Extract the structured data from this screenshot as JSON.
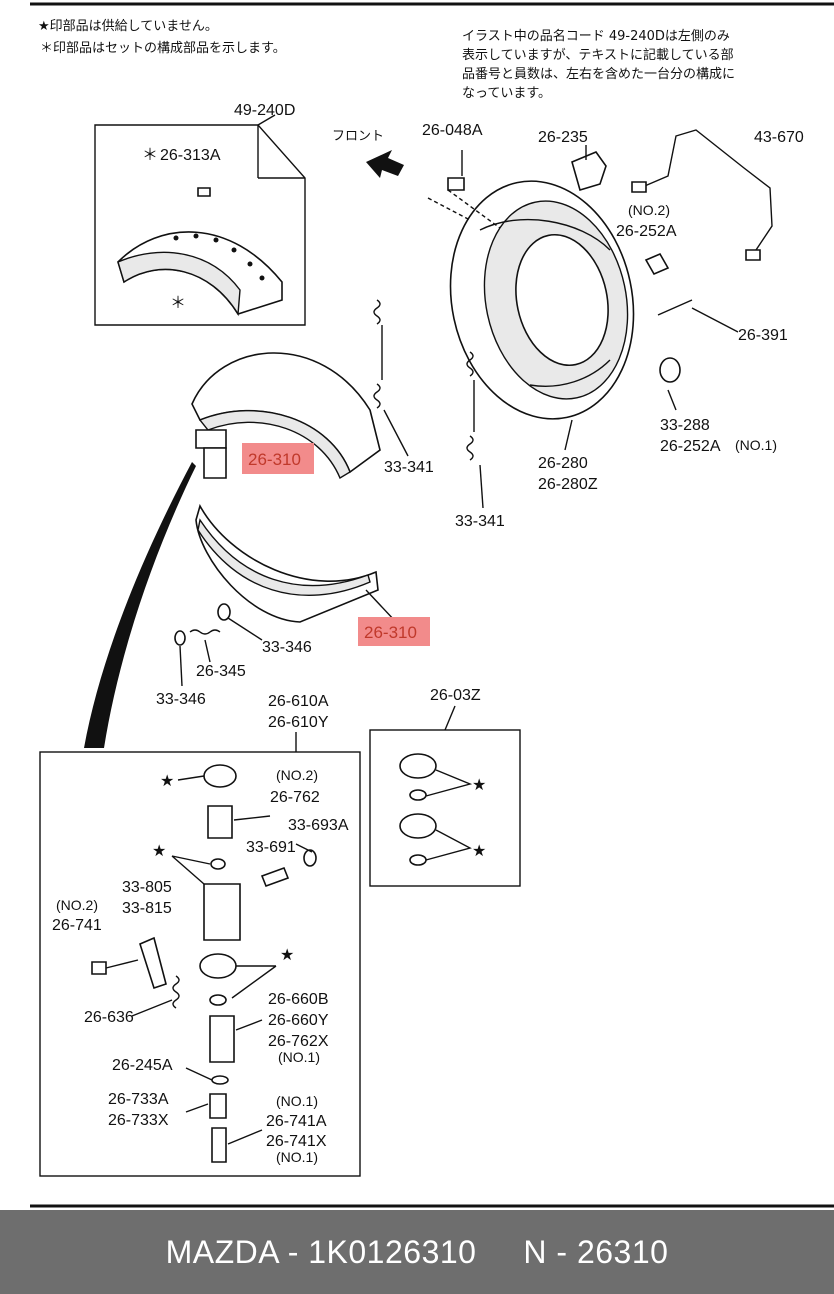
{
  "notes": {
    "star_note": "★印部品は供給していません。",
    "asterisk_note": "＊印部品はセットの構成部品を示します。",
    "right_note": [
      "イラスト中の品名コード 49-240Dは左側のみ",
      "表示していますが、テキストに記載している部",
      "品番号と員数は、左右を含めた一台分の構成に",
      "なっています。"
    ]
  },
  "labels": {
    "l_49_240D": "49-240D",
    "l_26_313A": "26-313A",
    "star_asterisk": "＊",
    "front": "フロント",
    "l_26_048A": "26-048A",
    "l_26_235": "26-235",
    "l_43_670": "43-670",
    "no2_a": "(NO.2)",
    "l_26_252A": "26-252A",
    "l_26_391": "26-391",
    "l_33_288": "33-288",
    "l_26_252A_no1": "26-252A",
    "no1_a": "(NO.1)",
    "l_26_280": "26-280",
    "l_26_280Z": "26-280Z",
    "l_33_341_a": "33-341",
    "l_33_341_b": "33-341",
    "l_26_310_a": "26-310",
    "l_26_310_b": "26-310",
    "l_33_346_a": "33-346",
    "l_26_345": "26-345",
    "l_33_346_b": "33-346",
    "l_26_610A": "26-610A",
    "l_26_610Y": "26-610Y",
    "l_26_03Z": "26-03Z",
    "no2_b": "(NO.2)",
    "l_26_762": "26-762",
    "l_33_693A": "33-693A",
    "l_33_691": "33-691",
    "l_33_805": "33-805",
    "l_33_815": "33-815",
    "no2_c": "(NO.2)",
    "l_26_741": "26-741",
    "l_26_636": "26-636",
    "l_26_660B": "26-660B",
    "l_26_660Y": "26-660Y",
    "l_26_762X": "26-762X",
    "no1_b": "(NO.1)",
    "l_26_245A": "26-245A",
    "l_26_733A": "26-733A",
    "l_26_733X": "26-733X",
    "no1_c": "(NO.1)",
    "l_26_741A": "26-741A",
    "l_26_741X": "26-741X",
    "no1_d": "(NO.1)",
    "star": "★"
  },
  "footer": {
    "brand": "MAZDA",
    "part_number": "1K0126310",
    "ref": "N - 26310",
    "text": "MAZDA - 1K0126310     N - 26310"
  },
  "colors": {
    "highlight": "#f28b8b",
    "highlight_text": "#c0392b",
    "footer_bg": "#6e6e6e"
  }
}
